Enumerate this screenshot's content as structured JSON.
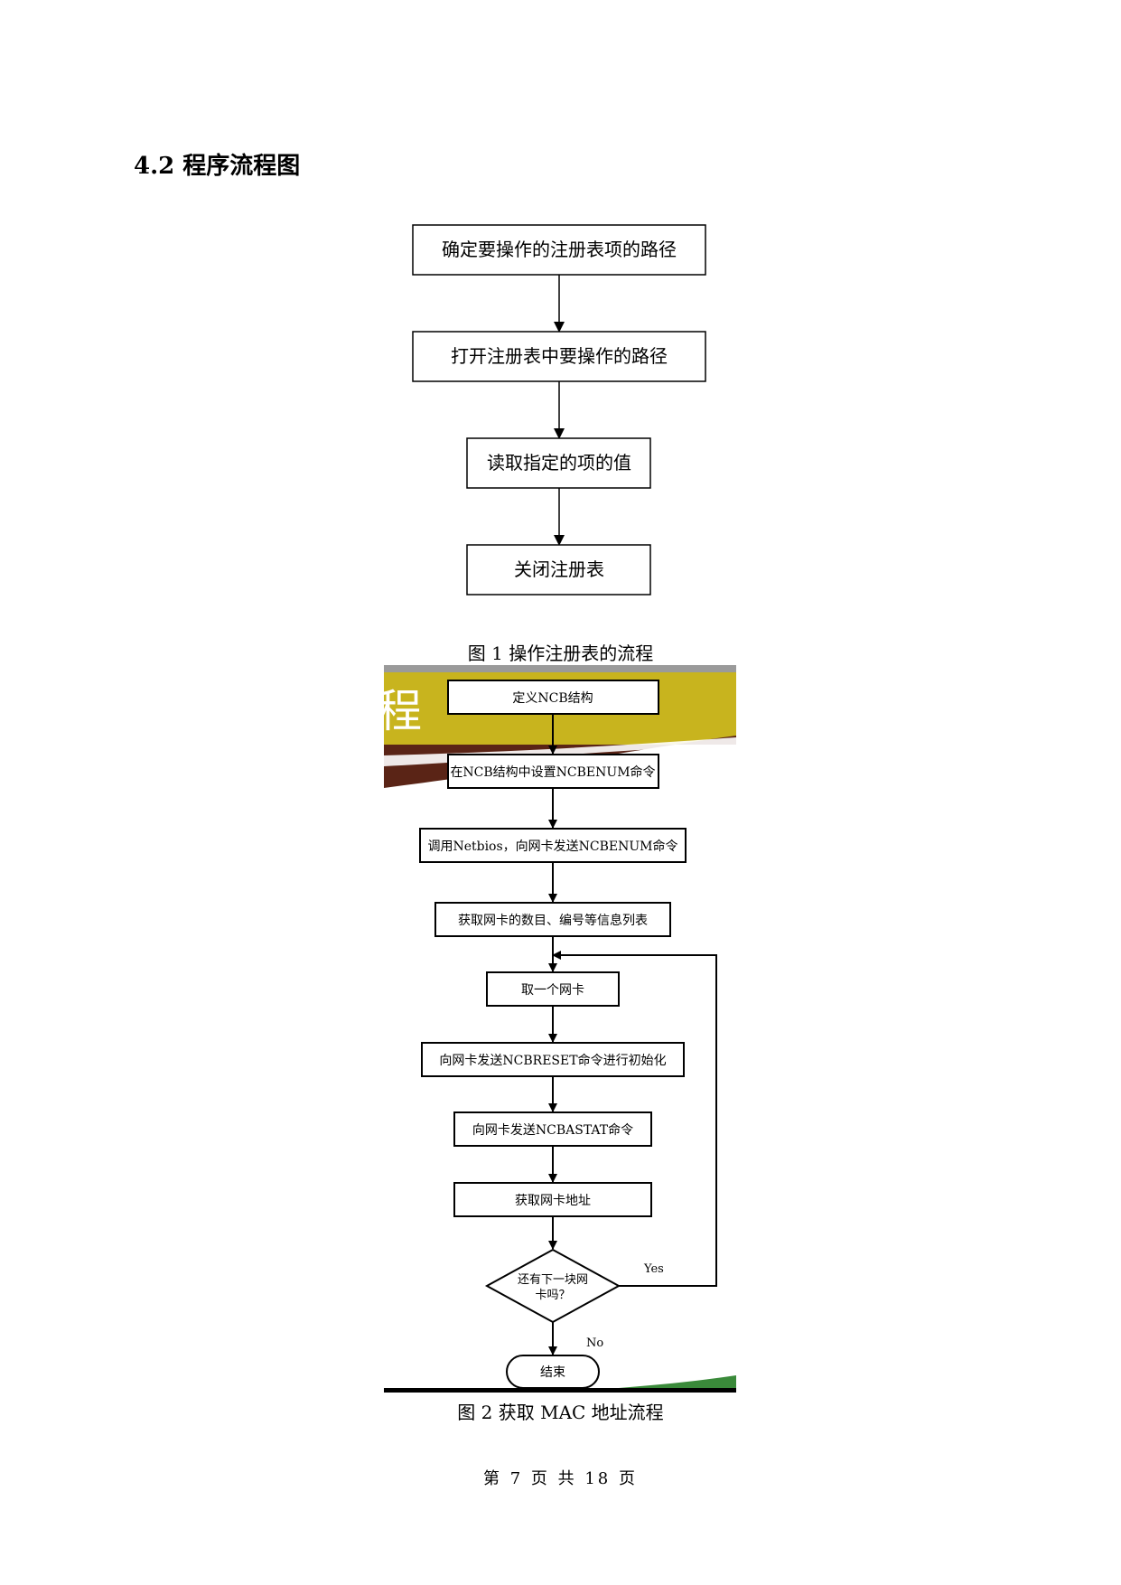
{
  "section": {
    "heading": "4.2  程序流程图"
  },
  "figure1": {
    "steps": [
      "确定要操作的注册表项的路径",
      "打开注册表中要操作的路径",
      "读取指定的项的值",
      "关闭注册表"
    ],
    "caption": "图 1 操作注册表的流程"
  },
  "figure2": {
    "background_title": "程",
    "steps": [
      "定义NCB结构",
      "在NCB结构中设置NCBENUM命令",
      "调用Netbios，向网卡发送NCBENUM命令",
      "获取网卡的数目、编号等信息列表",
      "取一个网卡",
      "向网卡发送NCBRESET命令进行初始化",
      "向网卡发送NCBASTAT命令",
      "获取网卡地址"
    ],
    "decision": {
      "line1": "还有下一块网",
      "line2": "卡吗？",
      "yes_label": "Yes",
      "no_label": "No"
    },
    "end_label": "结束",
    "caption": "图 2 获取 MAC 地址流程",
    "colors": {
      "banner": "#c8b41e",
      "swoosh": "#6b2a1a",
      "accent_green": "#3a8a3a"
    }
  },
  "footer": {
    "text": "第 7 页 共 18 页"
  }
}
